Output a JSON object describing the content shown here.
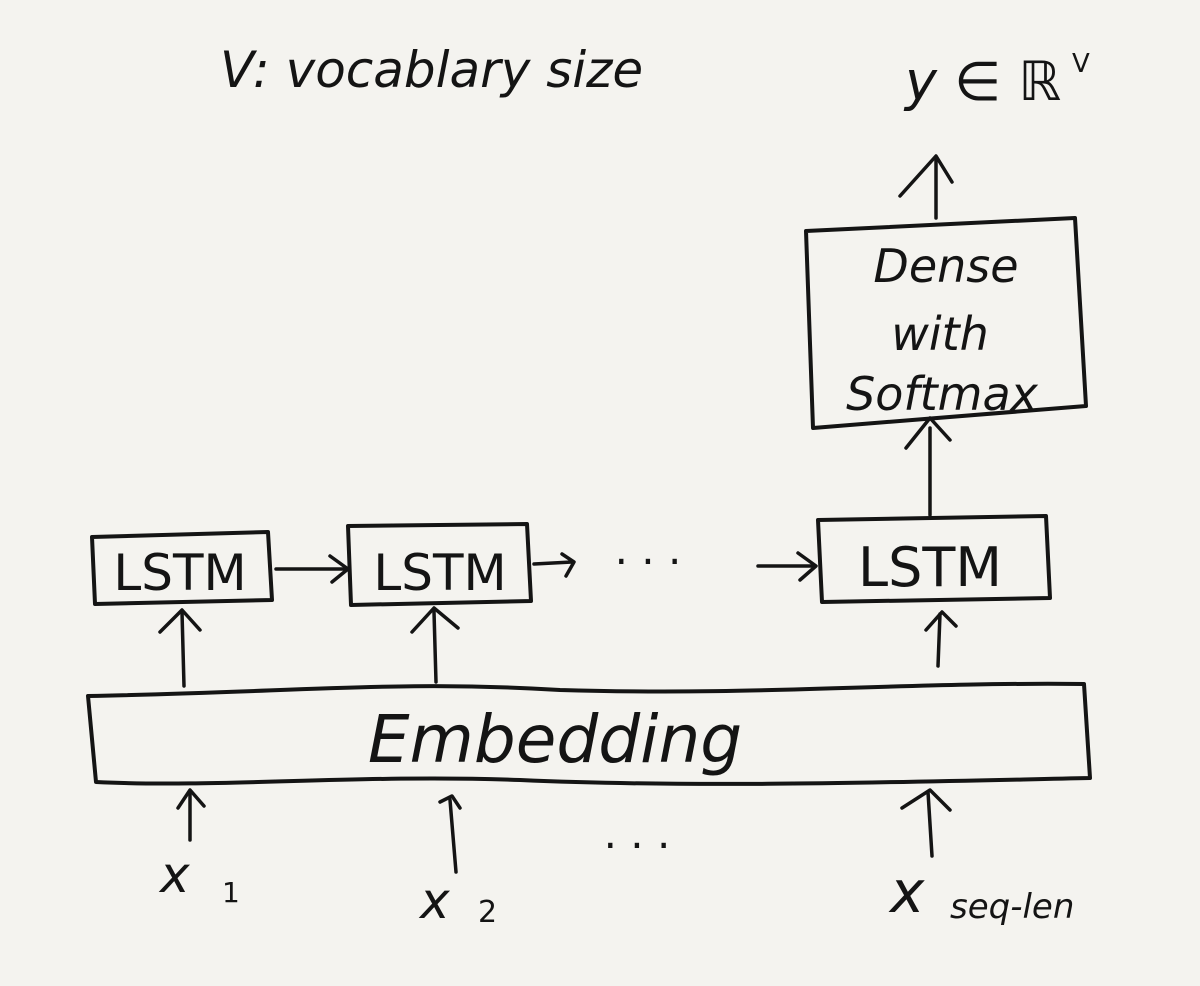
{
  "diagram": {
    "note": "V: vocablary size",
    "output_label": "y ∈ ℝ",
    "output_superscript": "V",
    "dense_lines": [
      "Dense",
      "with",
      "Softmax"
    ],
    "lstm_label": "LSTM",
    "ellipsis": "· · ·",
    "embedding_label": "Embedding",
    "inputs": [
      {
        "base": "x",
        "sub": "1"
      },
      {
        "base": "x",
        "sub": "2"
      },
      {
        "base": "x",
        "sub": "seq-len"
      }
    ]
  },
  "colors": {
    "background": "#f4f3ef",
    "ink": "#141414"
  }
}
